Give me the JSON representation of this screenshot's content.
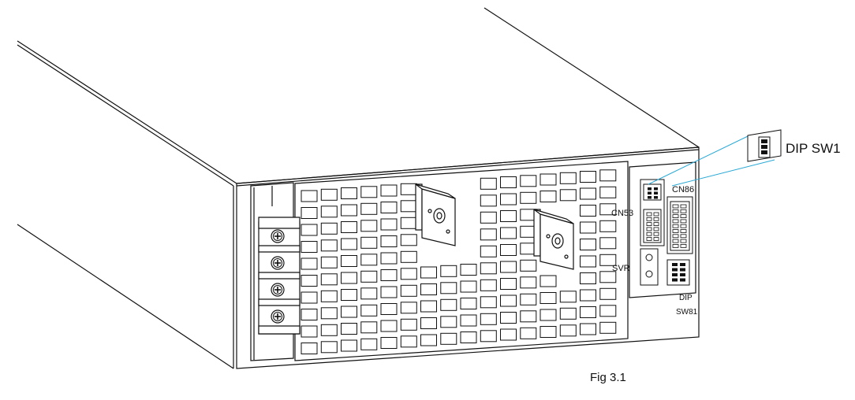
{
  "labels": {
    "dip_sw1": "DIP SW1",
    "cn86": "CN86",
    "cn53": "CN53",
    "svr": "SVR",
    "dip": "DIP",
    "sw81": "SW81",
    "figure_caption": "Fig 3.1"
  },
  "colors": {
    "line": "#111111",
    "leader": "#2aa9d6",
    "background": "#ffffff"
  }
}
